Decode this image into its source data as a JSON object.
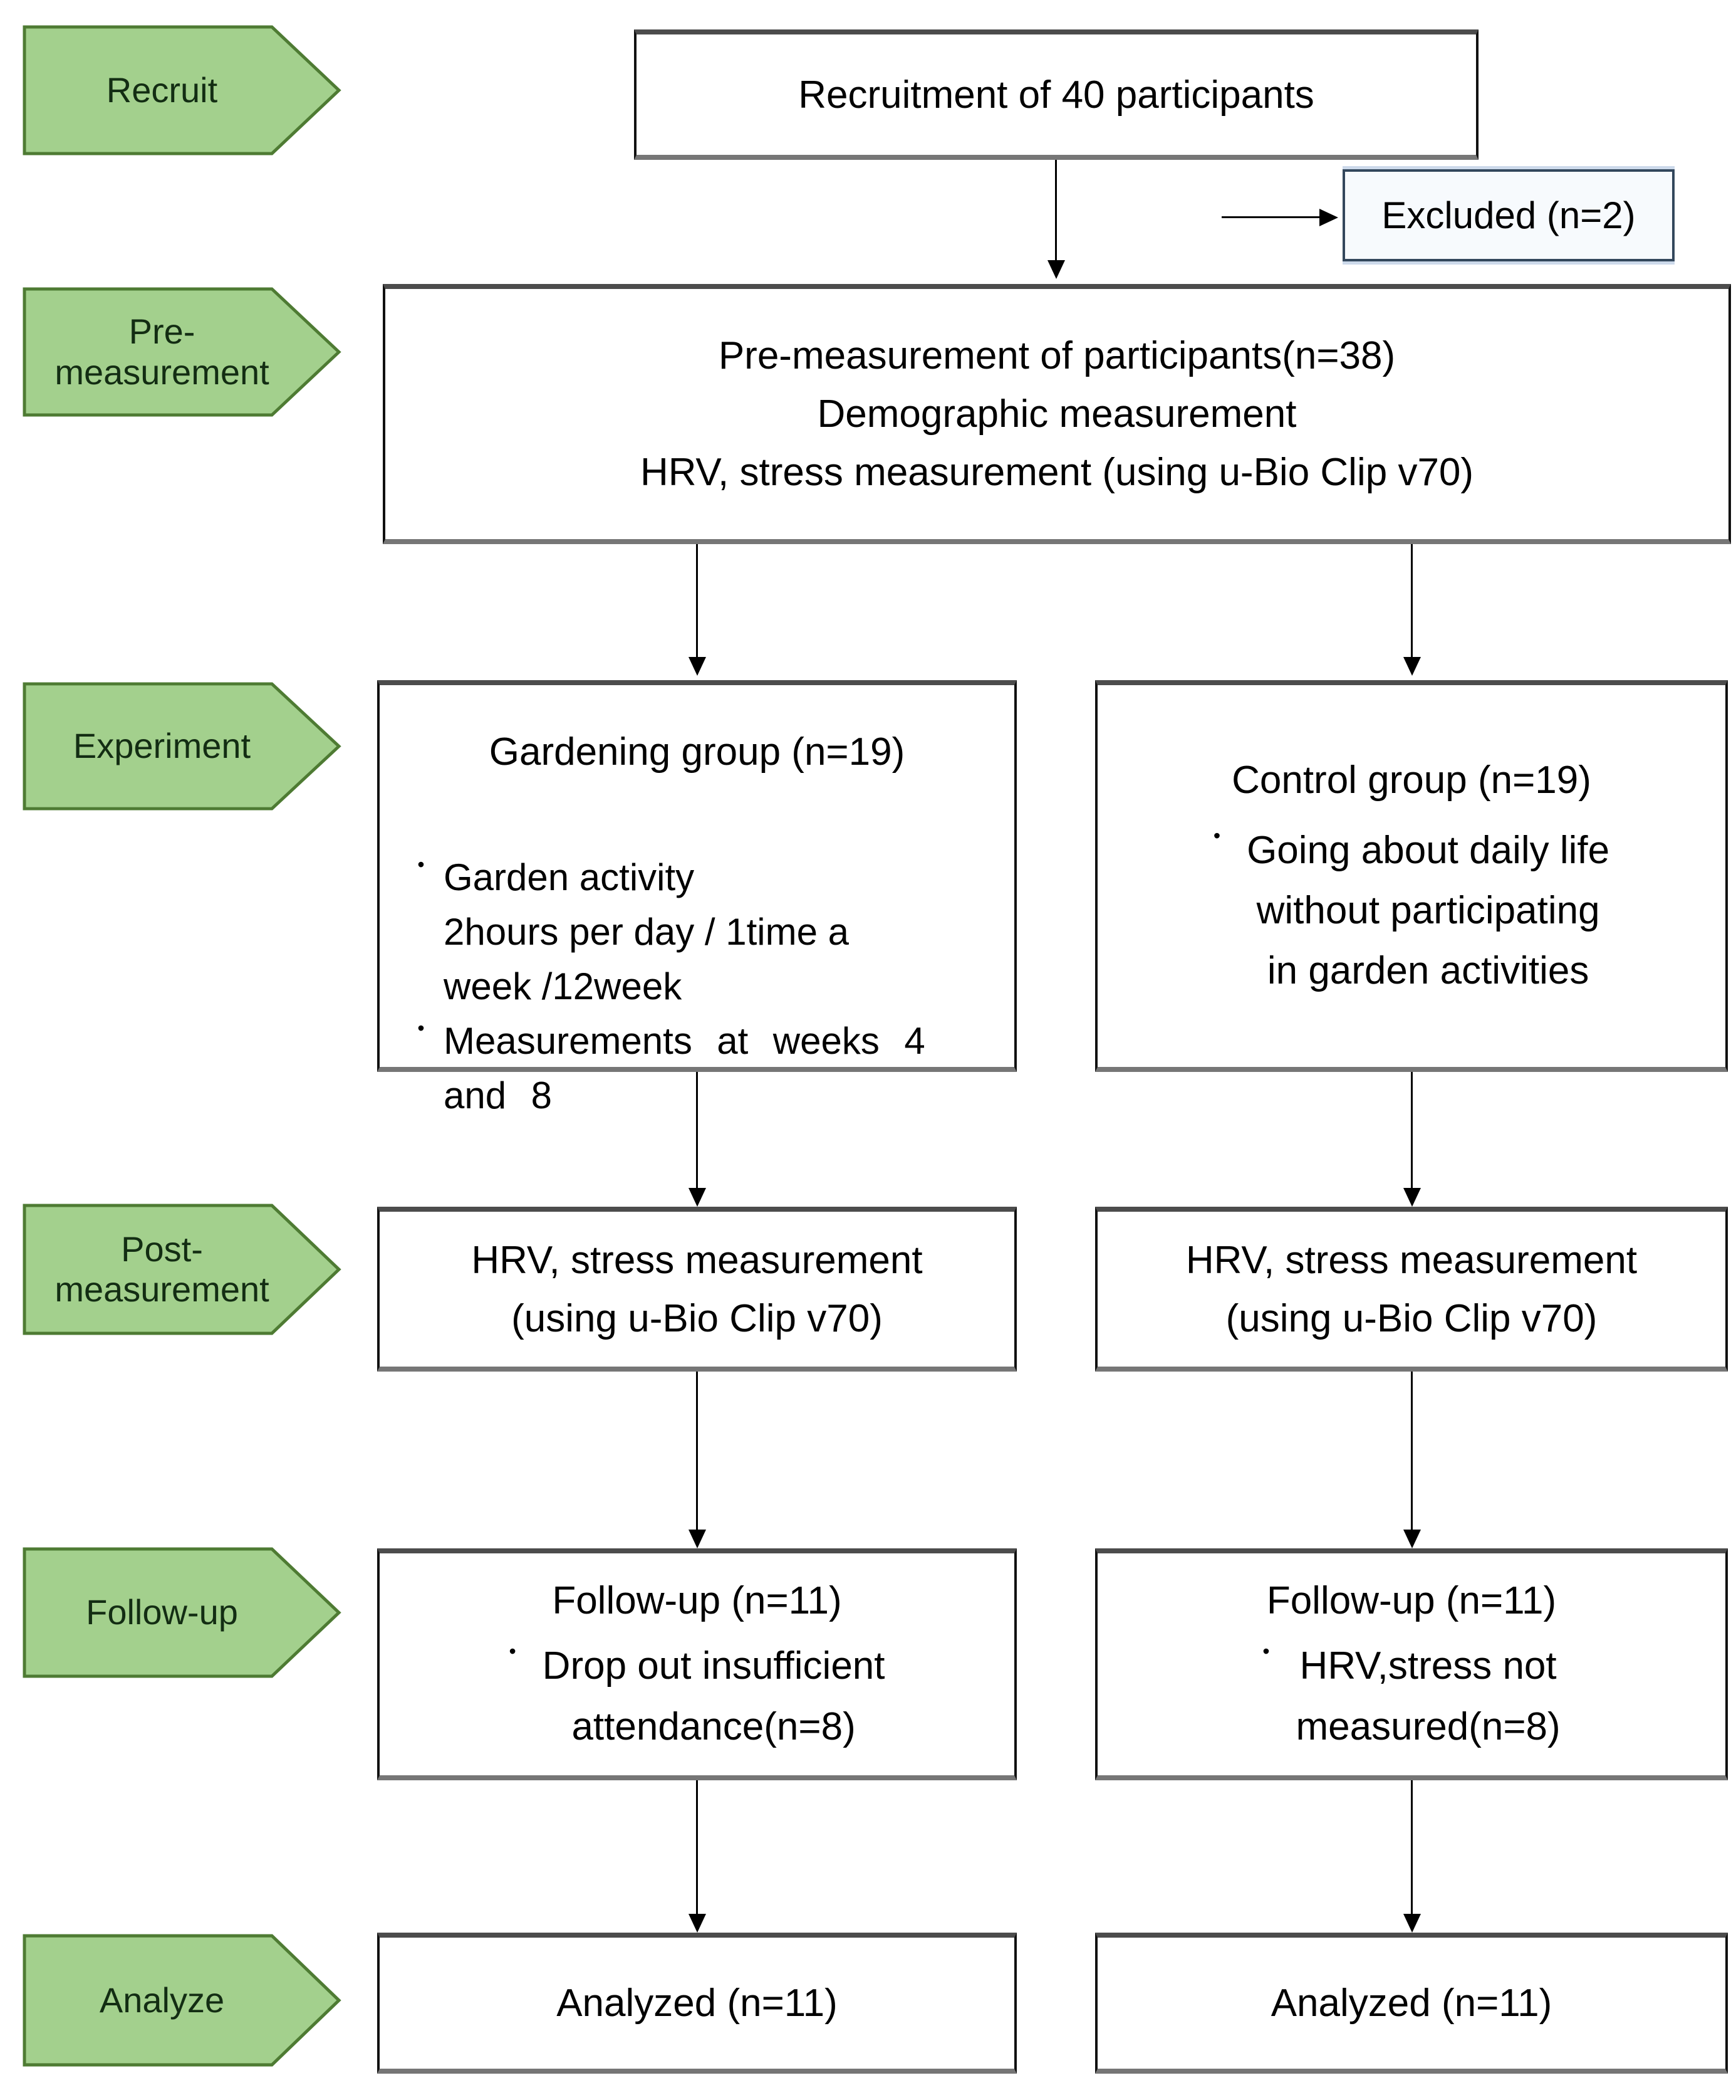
{
  "stages": [
    {
      "label": "Recruit"
    },
    {
      "label": "Pre-measurement"
    },
    {
      "label": "Experiment"
    },
    {
      "label": "Post-measurement"
    },
    {
      "label": "Follow-up"
    },
    {
      "label": "Analyze"
    }
  ],
  "boxes": {
    "recruitment": {
      "text": "Recruitment of 40 participants"
    },
    "excluded": {
      "text": "Excluded (n=2)"
    },
    "premeasurement": {
      "line1": "Pre-measurement of participants(n=38)",
      "line2": "Demographic measurement",
      "line3": "HRV, stress measurement (using u-Bio Clip v70)"
    },
    "gardening": {
      "title": "Gardening group (n=19)",
      "bullet1": "Garden activity\n2hours per day / 1time a\nweek /12week",
      "bullet2": "Measurements at weeks 4\nand 8"
    },
    "control": {
      "title": "Control group (n=19)",
      "bullet1": "Going about daily life\nwithout participating\nin garden activities"
    },
    "post_left": {
      "line1": "HRV, stress measurement",
      "line2": "(using u-Bio Clip v70)"
    },
    "post_right": {
      "line1": "HRV, stress measurement",
      "line2": "(using u-Bio Clip v70)"
    },
    "followup_left": {
      "title": "Follow-up (n=11)",
      "bullet1": "Drop out insufficient\nattendance(n=8)"
    },
    "followup_right": {
      "title": "Follow-up (n=11)",
      "bullet1": "HRV,stress not\nmeasured(n=8)"
    },
    "analyzed_left": {
      "text": "Analyzed (n=11)"
    },
    "analyzed_right": {
      "text": "Analyzed (n=11)"
    }
  },
  "icons": {
    "bullet": "•"
  },
  "colors": {
    "stage_fill": "#a3d08d",
    "stage_border": "#4e7b33",
    "stage_text": "#132d13",
    "box_bg": "#ffffff",
    "box_border_side": "#111111",
    "box_border_top": "#4c4c4c",
    "box_border_bottom": "#767676",
    "excluded_border": "#33475c",
    "excluded_bg": "#f7fafd",
    "excluded_glow": "#ccd9ea",
    "arrow": "#000000",
    "text": "#000000",
    "page_bg": "#ffffff"
  }
}
